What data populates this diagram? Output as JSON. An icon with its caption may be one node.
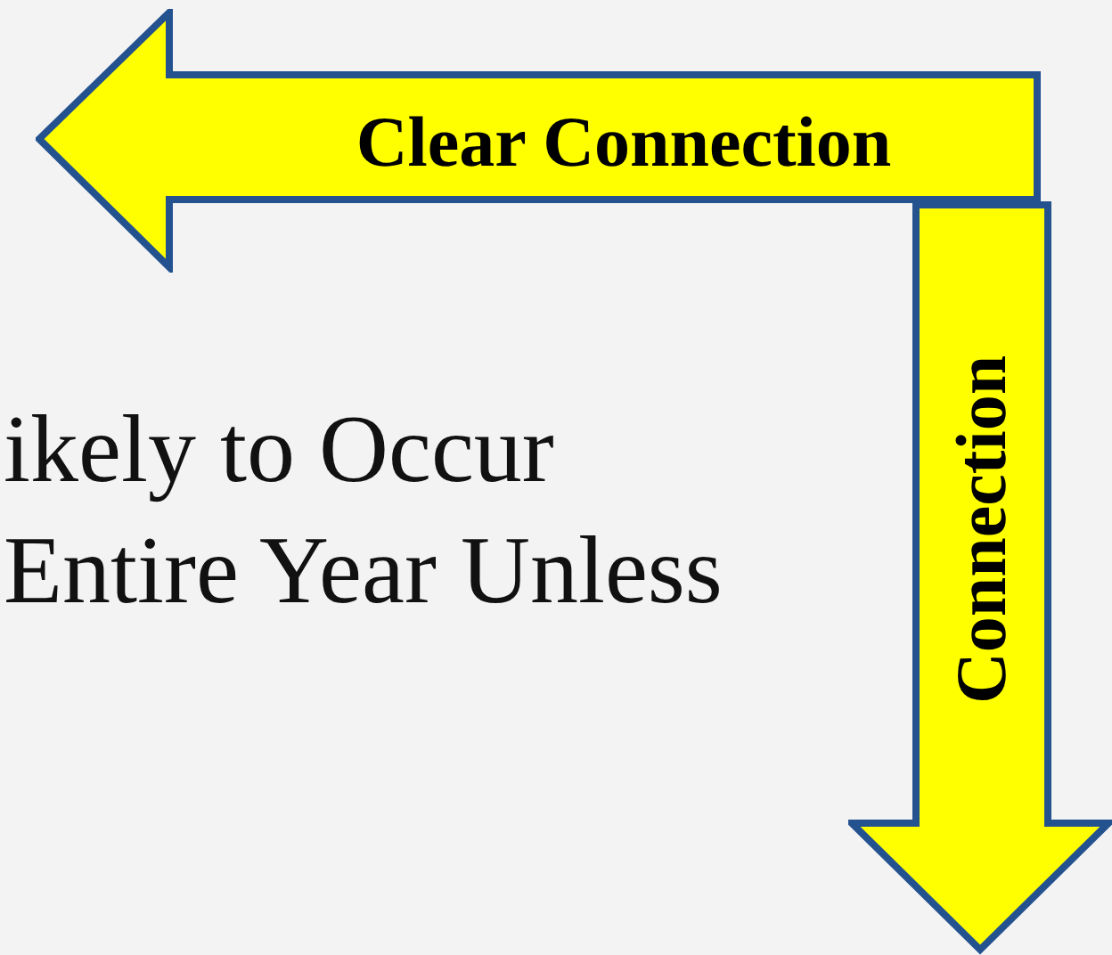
{
  "diagram": {
    "nodes": [
      {
        "text": [
          "Clear Connection"
        ]
      },
      {
        "text": [
          "Connection"
        ]
      }
    ],
    "labels": [
      "ikely to Occur",
      "Entire Year Unless"
    ]
  }
}
